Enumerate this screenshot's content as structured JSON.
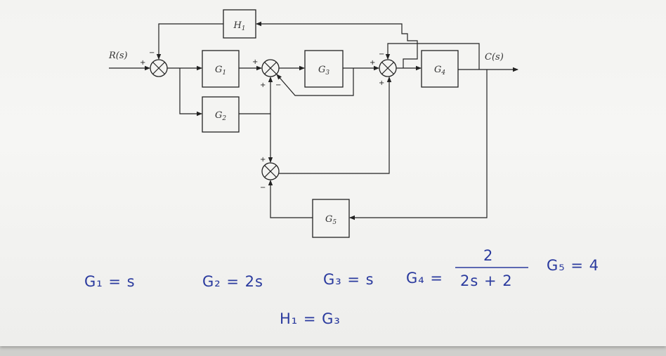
{
  "diagram": {
    "blocks": {
      "h1": {
        "name": "H",
        "sub": "1"
      },
      "g1": {
        "name": "G",
        "sub": "1"
      },
      "g2": {
        "name": "G",
        "sub": "2"
      },
      "g3": {
        "name": "G",
        "sub": "3"
      },
      "g4": {
        "name": "G",
        "sub": "4"
      },
      "g5": {
        "name": "G",
        "sub": "5"
      }
    },
    "input": "R(s)",
    "output": "C(s)",
    "signs": {
      "sj1_left": "+",
      "sj1_top": "−",
      "sj2_left": "+",
      "sj2_bottom_left": "+",
      "sj2_bottom_right": "−",
      "sj3_top": "−",
      "sj3_left": "+",
      "sj3_bottom": "+",
      "sj4_top": "+",
      "sj4_bottom": "−"
    }
  },
  "handwritten": {
    "g1": "G₁ = s",
    "g2": "G₂ = 2s",
    "g3": "G₃ = s",
    "g4_lhs": "G₄ =",
    "g4_num": "2",
    "g4_den": "2s + 2",
    "g5": "G₅ = 4",
    "h1": "H₁ = G₃"
  }
}
